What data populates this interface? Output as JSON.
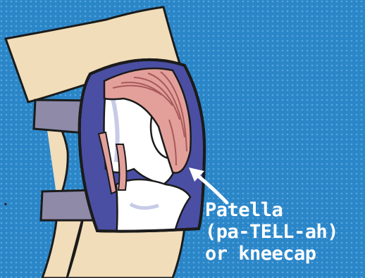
{
  "colors": {
    "background": "#2b86c8",
    "dots": "#56a6dd",
    "skin": "#f1ddb9",
    "outline": "#1b1b1b",
    "strap": "#8e8aa8",
    "xray_frame": "#4a4fa3",
    "muscle": "#e3a09a",
    "muscle_stripe": "#a85a5a",
    "bone": "#ffffff",
    "bone_shade": "#c7cbe6",
    "caption": "#ffffff"
  },
  "caption": {
    "line1": "Patella",
    "line2": "(pa-TELL-ah)",
    "line3": "or kneecap"
  },
  "icons": {
    "pointer": "arrow-icon"
  }
}
